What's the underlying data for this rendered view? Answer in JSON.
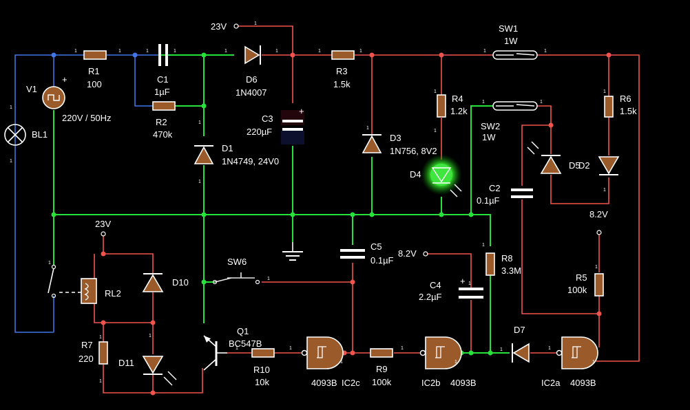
{
  "schematic": {
    "components": {
      "r1": {
        "name": "R1",
        "value": "100"
      },
      "c1": {
        "name": "C1",
        "value": "1µF"
      },
      "r2": {
        "name": "R2",
        "value": "470k"
      },
      "d6": {
        "name": "D6",
        "value": "1N4007"
      },
      "r3": {
        "name": "R3",
        "value": "1.5k"
      },
      "sw1": {
        "name": "SW1",
        "value": "1W"
      },
      "v1": {
        "name": "V1",
        "value": "220V / 50Hz"
      },
      "bl1": {
        "name": "BL1"
      },
      "d1": {
        "name": "D1",
        "value": "1N4749, 24V0"
      },
      "c3": {
        "name": "C3",
        "value": "220µF"
      },
      "d3": {
        "name": "D3",
        "value": "1N756, 8V2"
      },
      "r4": {
        "name": "R4",
        "value": "1.2k"
      },
      "d4": {
        "name": "D4"
      },
      "sw2": {
        "name": "SW2",
        "value": "1W"
      },
      "d5": {
        "name": "D5"
      },
      "d2": {
        "name": "D2"
      },
      "r6": {
        "name": "R6",
        "value": "1.5k"
      },
      "c2": {
        "name": "C2",
        "value": "0.1µF"
      },
      "rl2": {
        "name": "RL2"
      },
      "d10": {
        "name": "D10"
      },
      "r7": {
        "name": "R7",
        "value": "220"
      },
      "d11": {
        "name": "D11"
      },
      "sw6": {
        "name": "SW6"
      },
      "c5": {
        "name": "C5",
        "value": "0.1µF"
      },
      "r8": {
        "name": "R8",
        "value": "3.3M"
      },
      "c4": {
        "name": "C4",
        "value": "2.2µF"
      },
      "r5": {
        "name": "R5",
        "value": "100k"
      },
      "q1": {
        "name": "Q1",
        "value": "BC547B"
      },
      "r10": {
        "name": "R10",
        "value": "10k"
      },
      "r9": {
        "name": "R9",
        "value": "100k"
      },
      "d7": {
        "name": "D7"
      },
      "ic2c": {
        "name": "IC2c",
        "value": "4093B"
      },
      "ic2b": {
        "name": "IC2b",
        "value": "4093B"
      },
      "ic2a": {
        "name": "IC2a",
        "value": "4093B"
      }
    },
    "supplies": {
      "v23_top": "23V",
      "v23_left": "23V",
      "v82_mid": "8.2V",
      "v82_right": "8.2V"
    },
    "pin_one": "1",
    "colors": {
      "red_wire": "#f0544c",
      "green_wire": "#27e23a",
      "blue_wire": "#3f76e8",
      "component_body": "#9a5a2a",
      "led_glow": "#3fe63f"
    }
  }
}
